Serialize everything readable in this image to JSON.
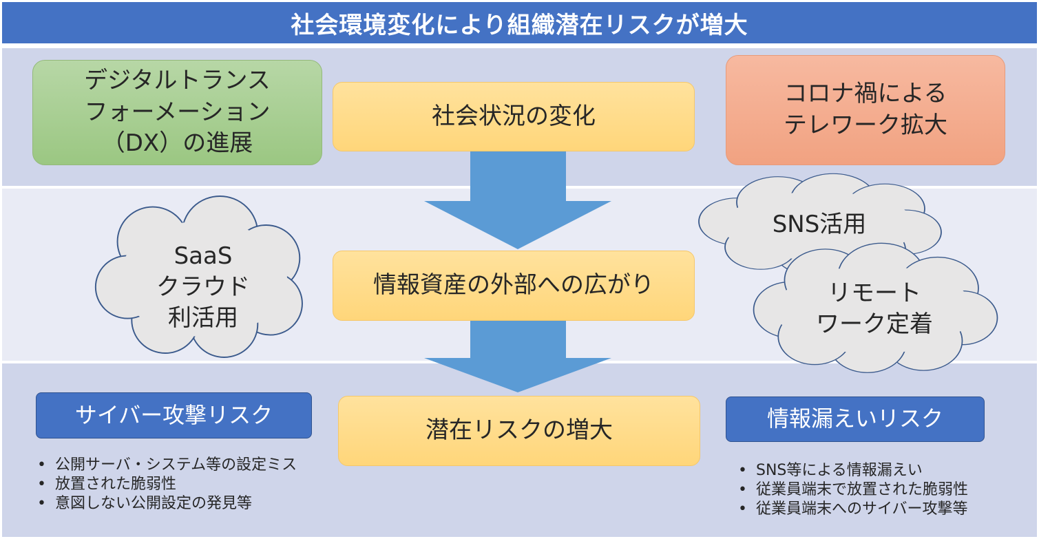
{
  "header": {
    "title": "社会環境変化により組織潜在リスクが増大"
  },
  "top_row": {
    "dx": "デジタルトランス\nフォーメーション\n（DX）の進展",
    "social_change": "社会状況の変化",
    "corona": "コロナ禍による\nテレワーク拡大"
  },
  "middle_row": {
    "saas_cloud": "SaaS\nクラウド\n利活用",
    "info_spread": "情報資産の外部への広がり",
    "sns": "SNS活用",
    "remote": "リモート\nワーク定着"
  },
  "bottom_row": {
    "risk_increase": "潜在リスクの増大",
    "cyber_risk": {
      "label": "サイバー攻撃リスク",
      "items": [
        "公開サーバ・システム等の設定ミス",
        "放置された脆弱性",
        "意図しない公開設定の発見等"
      ]
    },
    "leak_risk": {
      "label": "情報漏えいリスク",
      "items": [
        "SNS等による情報漏えい",
        "従業員端末で放置された脆弱性",
        "従業員端末へのサイバー攻撃等"
      ]
    }
  },
  "bullet_symbol": "•",
  "colors": {
    "header": "#4472c4",
    "band_dark": "#cfd5ea",
    "band_light": "#e9ebf5",
    "arrow": "#5b9bd5",
    "green": "#a9d18e",
    "orange": "#f4b183",
    "yellow": "#ffd966",
    "risk_blue": "#4472c4"
  }
}
